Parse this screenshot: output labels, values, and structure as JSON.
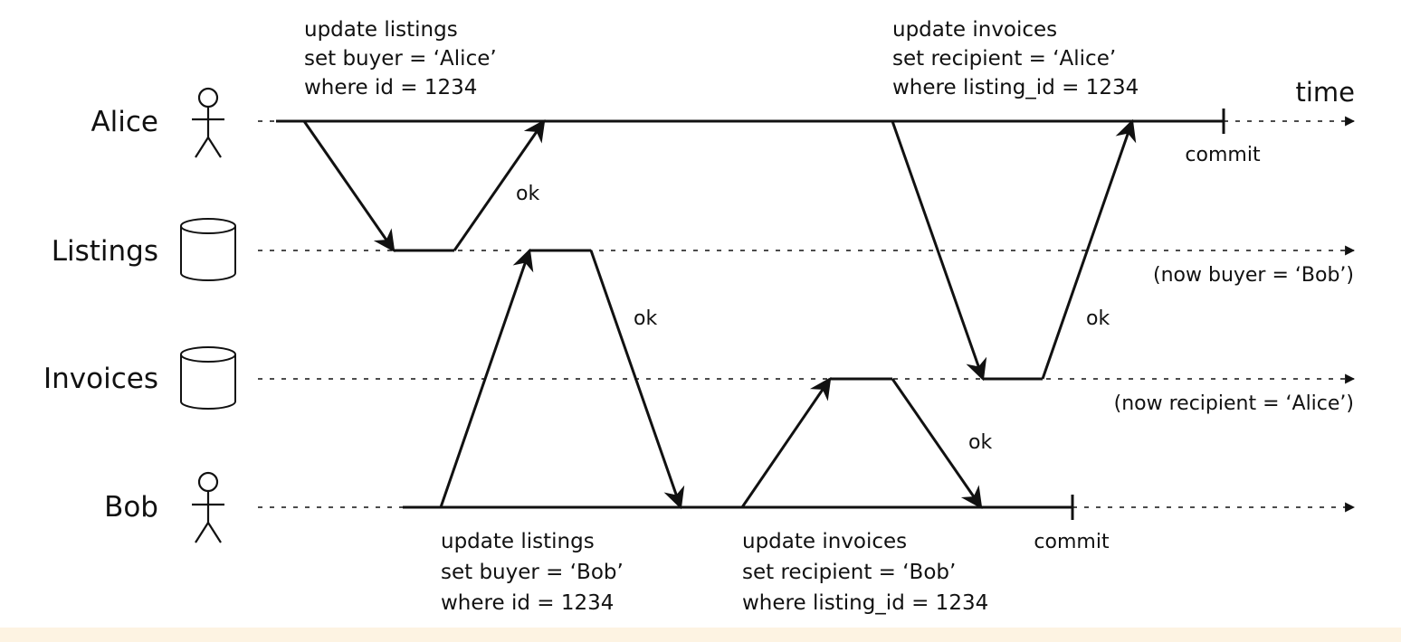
{
  "lanes": {
    "alice": "Alice",
    "listings": "Listings",
    "invoices": "Invoices",
    "bob": "Bob"
  },
  "time_label": "time",
  "alice_update_listings": [
    "update listings",
    "set buyer = ‘Alice’",
    "where id = 1234"
  ],
  "alice_update_invoices": [
    "update invoices",
    "set recipient = ‘Alice’",
    "where listing_id = 1234"
  ],
  "bob_update_listings": [
    "update listings",
    "set buyer = ‘Bob’",
    "where id = 1234"
  ],
  "bob_update_invoices": [
    "update invoices",
    "set recipient = ‘Bob’",
    "where listing_id = 1234"
  ],
  "ok": "ok",
  "commit": "commit",
  "listings_result": "(now buyer = ‘Bob’)",
  "invoices_result": "(now recipient = ‘Alice’)"
}
